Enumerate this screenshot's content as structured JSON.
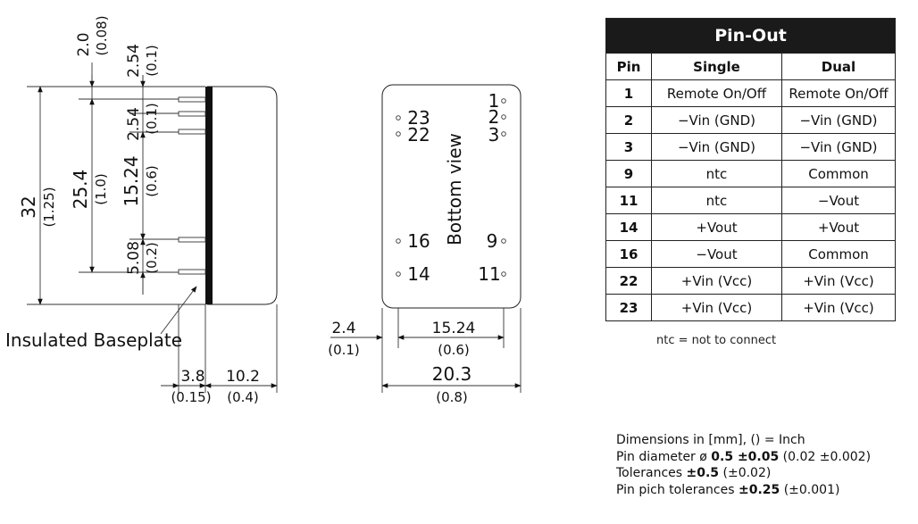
{
  "side_view": {
    "dims": {
      "top_a_mm": "2.0",
      "top_a_in": "(0.08)",
      "top_b_mm": "2.54",
      "top_b_in": "(0.1)",
      "mid_mm": "2.54",
      "mid_in": "(0.1)",
      "h_mm": "32",
      "h_in": "(1.25)",
      "span_mm": "25.4",
      "span_in": "(1.0)",
      "p_mm": "15.24",
      "p_in": "(0.6)",
      "low_mm": "5.08",
      "low_in": "(0.2)",
      "pin_len_mm": "3.8",
      "pin_len_in": "(0.15)",
      "depth_mm": "10.2",
      "depth_in": "(0.4)"
    },
    "baseplate_label": "Insulated Baseplate"
  },
  "bottom_view": {
    "label": "Bottom view",
    "pins": [
      "1",
      "2",
      "3",
      "23",
      "22",
      "16",
      "9",
      "14",
      "11"
    ],
    "dims": {
      "edge_mm": "2.4",
      "edge_in": "(0.1)",
      "row_mm": "15.24",
      "row_in": "(0.6)",
      "w_mm": "20.3",
      "w_in": "(0.8)"
    }
  },
  "pinout": {
    "title": "Pin-Out",
    "headers": [
      "Pin",
      "Single",
      "Dual"
    ],
    "rows": [
      {
        "pin": "1",
        "single": "Remote On/Off",
        "dual": "Remote On/Off"
      },
      {
        "pin": "2",
        "single": "−Vin (GND)",
        "dual": "−Vin (GND)"
      },
      {
        "pin": "3",
        "single": "−Vin (GND)",
        "dual": "−Vin (GND)"
      },
      {
        "pin": "9",
        "single": "ntc",
        "dual": "Common"
      },
      {
        "pin": "11",
        "single": "ntc",
        "dual": "−Vout"
      },
      {
        "pin": "14",
        "single": "+Vout",
        "dual": "+Vout"
      },
      {
        "pin": "16",
        "single": "−Vout",
        "dual": "Common"
      },
      {
        "pin": "22",
        "single": "+Vin (Vcc)",
        "dual": "+Vin (Vcc)"
      },
      {
        "pin": "23",
        "single": "+Vin (Vcc)",
        "dual": "+Vin (Vcc)"
      }
    ],
    "note": "ntc = not to connect"
  },
  "notes": {
    "line1": "Dimensions in [mm], () = Inch",
    "line2_label": "Pin diameter ø ",
    "line2_val": "0.5 ±0.05",
    "line2_in": " (0.02 ±0.002)",
    "line3_label": "Tolerances ",
    "line3_val": "±0.5",
    "line3_in": " (±0.02)",
    "line4_label": "Pin pich tolerances ",
    "line4_val": "±0.25",
    "line4_in": " (±0.001)"
  }
}
